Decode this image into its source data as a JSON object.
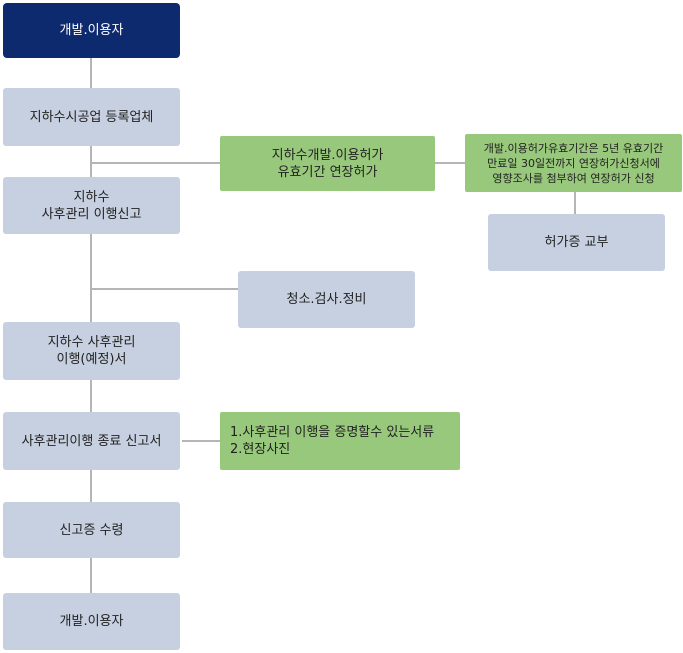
{
  "flow": {
    "start": "개발.이용자",
    "registered_contractor": "지하수시공업 등록업체",
    "aftercare_report": "지하수\n사후관리 이행신고",
    "aftercare_plan": "지하수 사후관리\n이행(예정)서",
    "completion_report": "사후관리이행 종료 신고서",
    "receipt": "신고증 수령",
    "end": "개발.이용자"
  },
  "branches": {
    "extension": "지하수개발.이용허가\n유효기간 연장허가",
    "extension_note": "개발.이용허가유효기간은 5년 유효기간\n만료일 30일전까지 연장허가신청서에\n영향조사를 첨부하여 연장허가 신청",
    "permit_issue": "허가증 교부",
    "maintenance": "청소.검사.정비",
    "attachments": "1.사후관리 이행을 증명할수 있는서류\n2.현장사진"
  }
}
